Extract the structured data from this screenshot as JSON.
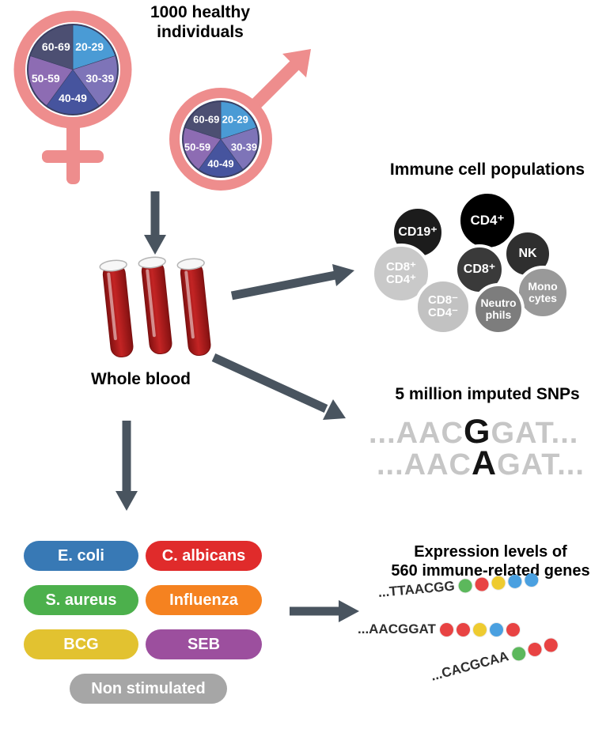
{
  "style": {
    "symbol_color": "#ee8d8d",
    "arrow_color": "#49545f",
    "blood_color": "#c32424"
  },
  "population": {
    "title": "1000 healthy\nindividuals",
    "age_groups": [
      {
        "label": "20-29",
        "color": "#4a9bd5"
      },
      {
        "label": "30-39",
        "color": "#7e74b8"
      },
      {
        "label": "40-49",
        "color": "#46549e"
      },
      {
        "label": "50-59",
        "color": "#8d6cb3"
      },
      {
        "label": "60-69",
        "color": "#4c4f72"
      }
    ]
  },
  "whole_blood": {
    "label": "Whole blood"
  },
  "immune_cells": {
    "title": "Immune cell populations",
    "cells": [
      {
        "label": "CD19⁺",
        "color": "#1c1c1c",
        "text_color": "#ffffff"
      },
      {
        "label": "CD4⁺",
        "color": "#000000",
        "text_color": "#ffffff"
      },
      {
        "label": "NK",
        "color": "#2f2f2f",
        "text_color": "#ffffff"
      },
      {
        "label": "CD8⁺",
        "color": "#3a3a3a",
        "text_color": "#ffffff"
      },
      {
        "label": "CD8⁺\nCD4⁺",
        "color": "#c9c9c9",
        "text_color": "#ffffff"
      },
      {
        "label": "CD8⁻\nCD4⁻",
        "color": "#c2c2c2",
        "text_color": "#ffffff"
      },
      {
        "label": "Neutro\nphils",
        "color": "#7d7d7d",
        "text_color": "#ffffff"
      },
      {
        "label": "Mono\ncytes",
        "color": "#999999",
        "text_color": "#ffffff"
      }
    ]
  },
  "snps": {
    "title": "5 million imputed SNPs",
    "base_color": "#c6c6c6",
    "variant_color": "#141414",
    "sequences": [
      {
        "prefix": "...AAC",
        "variant": "G",
        "suffix": "GAT..."
      },
      {
        "prefix": "...AAC",
        "variant": "A",
        "suffix": "GAT..."
      }
    ]
  },
  "stimuli": {
    "items": [
      {
        "label": "E. coli",
        "color": "#3879b5"
      },
      {
        "label": "C. albicans",
        "color": "#e02b2b"
      },
      {
        "label": "S. aureus",
        "color": "#4cb04c"
      },
      {
        "label": "Influenza",
        "color": "#f58220"
      },
      {
        "label": "BCG",
        "color": "#e2c230"
      },
      {
        "label": "SEB",
        "color": "#9c4f9e"
      },
      {
        "label": "Non stimulated",
        "color": "#a6a6a6"
      }
    ]
  },
  "expression": {
    "title": "Expression levels of\n560 immune-related genes",
    "reads": [
      {
        "sequence": "...TTAACGG",
        "dots": [
          "#5cb85c",
          "#e84343",
          "#eecb30",
          "#4aa0e0",
          "#4aa0e0"
        ]
      },
      {
        "sequence": "...AACGGAT",
        "dots": [
          "#e84343",
          "#e84343",
          "#eecb30",
          "#4aa0e0",
          "#e84343"
        ]
      },
      {
        "sequence": "...CACGCAA",
        "dots": [
          "#5cb85c",
          "#e84343",
          "#e84343"
        ]
      }
    ]
  }
}
